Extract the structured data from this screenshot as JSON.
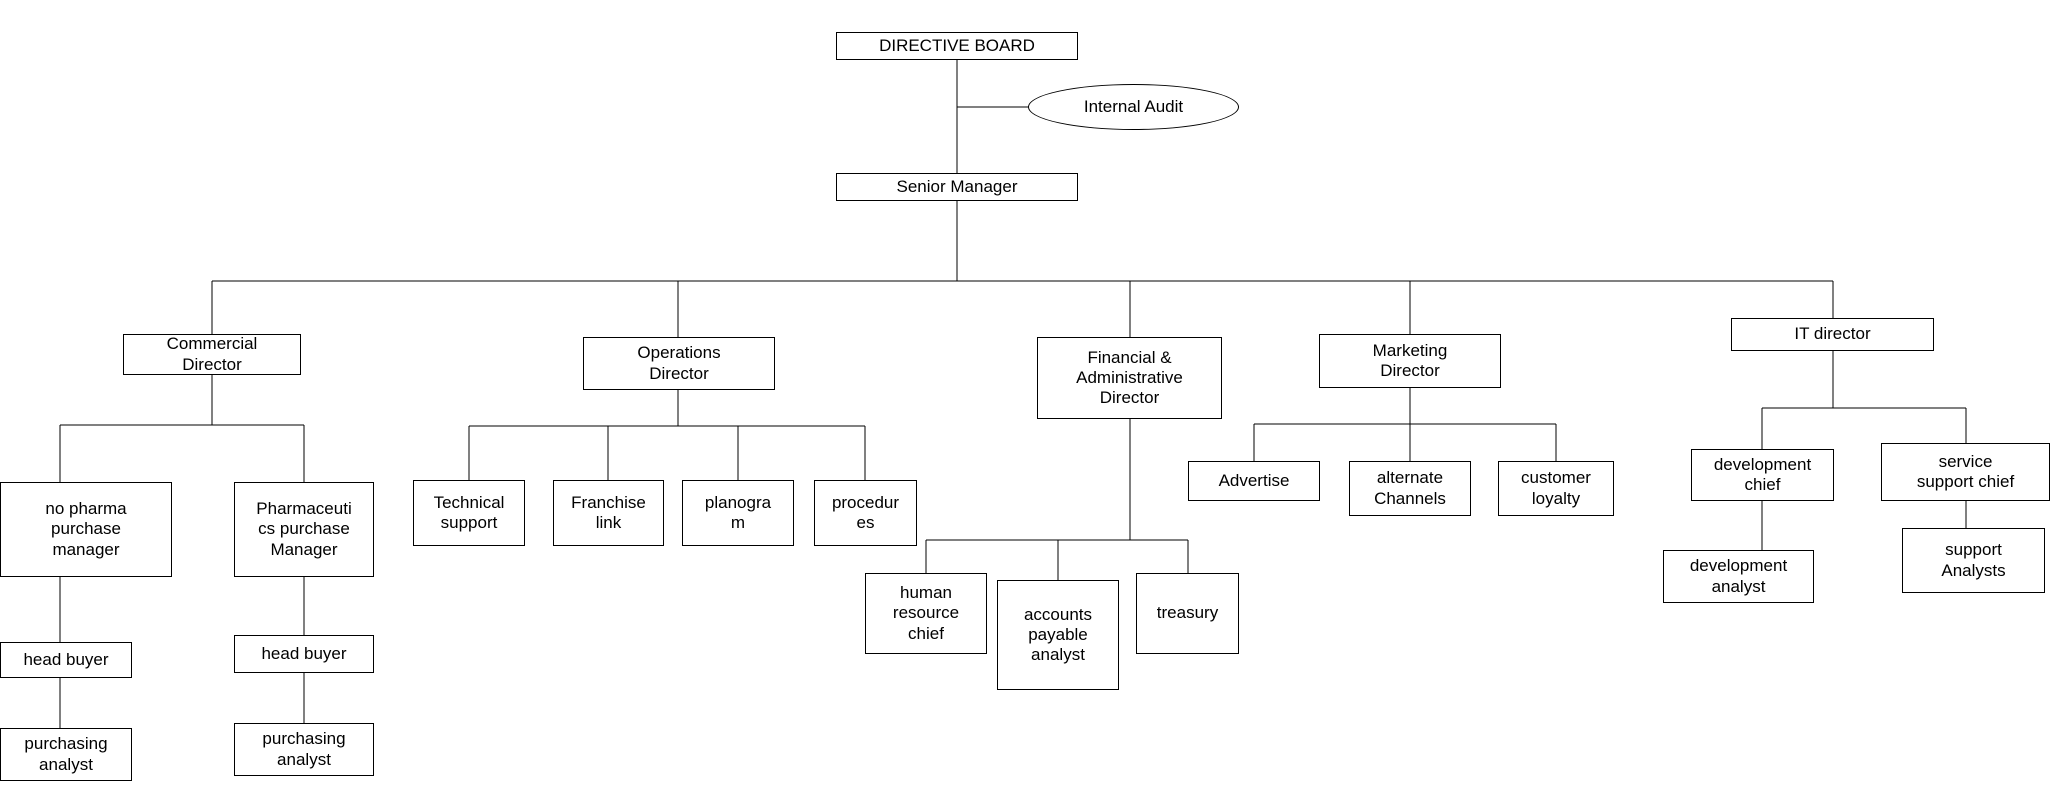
{
  "diagram": {
    "type": "org-chart",
    "style": {
      "background": "#ffffff",
      "line_color": "#000000",
      "box_border_color": "#000000"
    },
    "nodes": {
      "directive_board": "DIRECTIVE BOARD",
      "internal_audit": "Internal Audit",
      "senior_manager": "Senior Manager",
      "commercial_director": "Commercial\nDirector",
      "operations_director": "Operations\nDirector",
      "financial_admin_director": "Financial &\nAdministrative\nDirector",
      "marketing_director": "Marketing\nDirector",
      "it_director": "IT director",
      "no_pharma_purchase_manager": "no pharma\npurchase\nmanager",
      "pharmaceutics_purchase_manager": "Pharmaceuti\ncs purchase\nManager",
      "head_buyer_no_pharma": "head buyer",
      "purchasing_analyst_no_pharma": "purchasing\nanalyst",
      "head_buyer_pharma": "head buyer",
      "purchasing_analyst_pharma": "purchasing\nanalyst",
      "technical_support": "Technical\nsupport",
      "franchise_link": "Franchise\nlink",
      "planogram": "planogra\nm",
      "procedures": "procedur\nes",
      "human_resource_chief": "human\nresource\nchief",
      "accounts_payable_analyst": "accounts\npayable\nanalyst",
      "treasury": "treasury",
      "advertise": "Advertise",
      "alternate_channels": "alternate\nChannels",
      "customer_loyalty": "customer\nloyalty",
      "development_chief": "development\nchief",
      "service_support_chief": "service\nsupport chief",
      "development_analyst": "development\nanalyst",
      "support_analysts": "support\nAnalysts"
    }
  }
}
